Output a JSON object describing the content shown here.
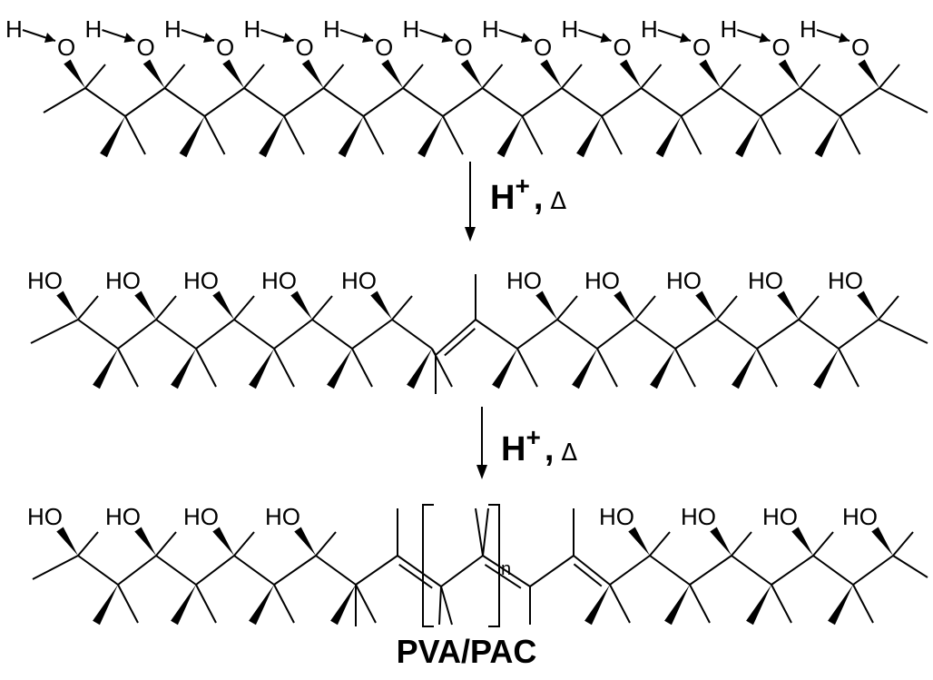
{
  "reactant": {
    "hydroxyl": {
      "hydrogen": "H",
      "oxygen": "O"
    },
    "unit_count": 11
  },
  "arrows": [
    {
      "reagent": "H",
      "charge": "+",
      "separator": ",",
      "heat": "Δ"
    },
    {
      "reagent": "H",
      "charge": "+",
      "separator": ",",
      "heat": "Δ"
    }
  ],
  "intermediate": {
    "hydroxyl_label": "HO",
    "left_hydroxyls": 5,
    "right_hydroxyls": 5
  },
  "product": {
    "hydroxyl_label": "HO",
    "left_hydroxyls": 4,
    "right_hydroxyls": 4,
    "repeat_subscript": "n",
    "label": "PVA/PAC"
  }
}
